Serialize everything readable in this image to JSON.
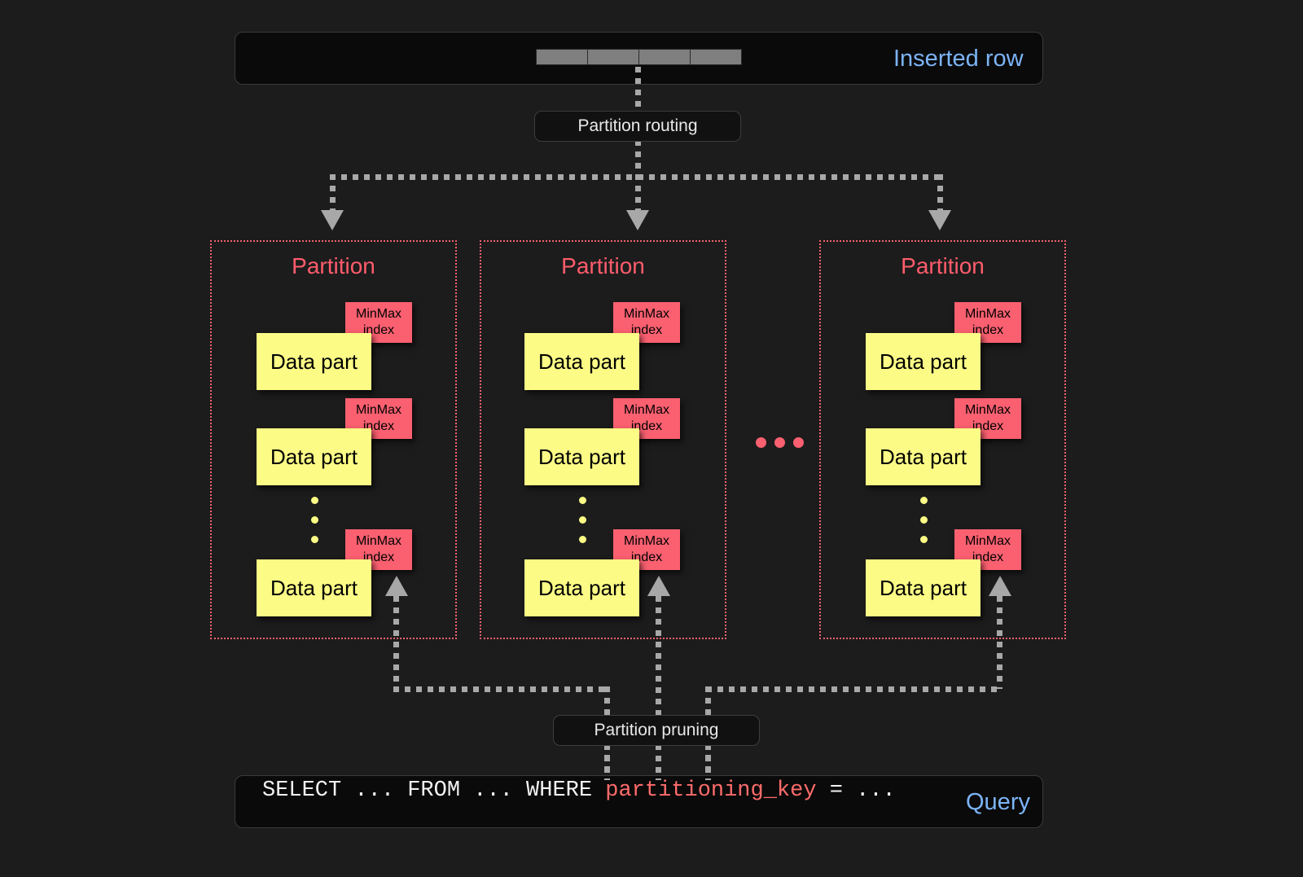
{
  "diagram": {
    "title": "ClickHouse partitioning: insert routing and partition pruning",
    "background_color": "#1c1c1c"
  },
  "colors": {
    "accent_blue": "#7cb4f7",
    "partition_red": "#ff5c6c",
    "minmax_red": "#fa6070",
    "datapart_yellow": "#fbfb86",
    "connector_gray": "#a8a8a8",
    "bar_background": "#0a0a0a",
    "query_keyword_red": "#ff6b6b"
  },
  "inserted_row": {
    "label": "Inserted row",
    "cell_count": 4,
    "cells": [
      "",
      "",
      "",
      ""
    ]
  },
  "routing": {
    "label": "Partition routing"
  },
  "pruning": {
    "label": "Partition pruning"
  },
  "partitions": [
    {
      "title": "Partition",
      "parts": [
        {
          "label": "Data part",
          "index_label_line1": "MinMax",
          "index_label_line2": "index"
        },
        {
          "label": "Data part",
          "index_label_line1": "MinMax",
          "index_label_line2": "index"
        },
        {
          "label": "Data part",
          "index_label_line1": "MinMax",
          "index_label_line2": "index"
        }
      ],
      "ellipsis_dots": 3
    },
    {
      "title": "Partition",
      "parts": [
        {
          "label": "Data part",
          "index_label_line1": "MinMax",
          "index_label_line2": "index"
        },
        {
          "label": "Data part",
          "index_label_line1": "MinMax",
          "index_label_line2": "index"
        },
        {
          "label": "Data part",
          "index_label_line1": "MinMax",
          "index_label_line2": "index"
        }
      ],
      "ellipsis_dots": 3
    },
    {
      "title": "Partition",
      "parts": [
        {
          "label": "Data part",
          "index_label_line1": "MinMax",
          "index_label_line2": "index"
        },
        {
          "label": "Data part",
          "index_label_line1": "MinMax",
          "index_label_line2": "index"
        },
        {
          "label": "Data part",
          "index_label_line1": "MinMax",
          "index_label_line2": "index"
        }
      ],
      "ellipsis_dots": 3
    }
  ],
  "partition_ellipsis": {
    "dot_count": 3
  },
  "query": {
    "label": "Query",
    "text_before": "SELECT ... FROM ... WHERE ",
    "keyword": "partitioning_key",
    "text_after": " = ..."
  }
}
